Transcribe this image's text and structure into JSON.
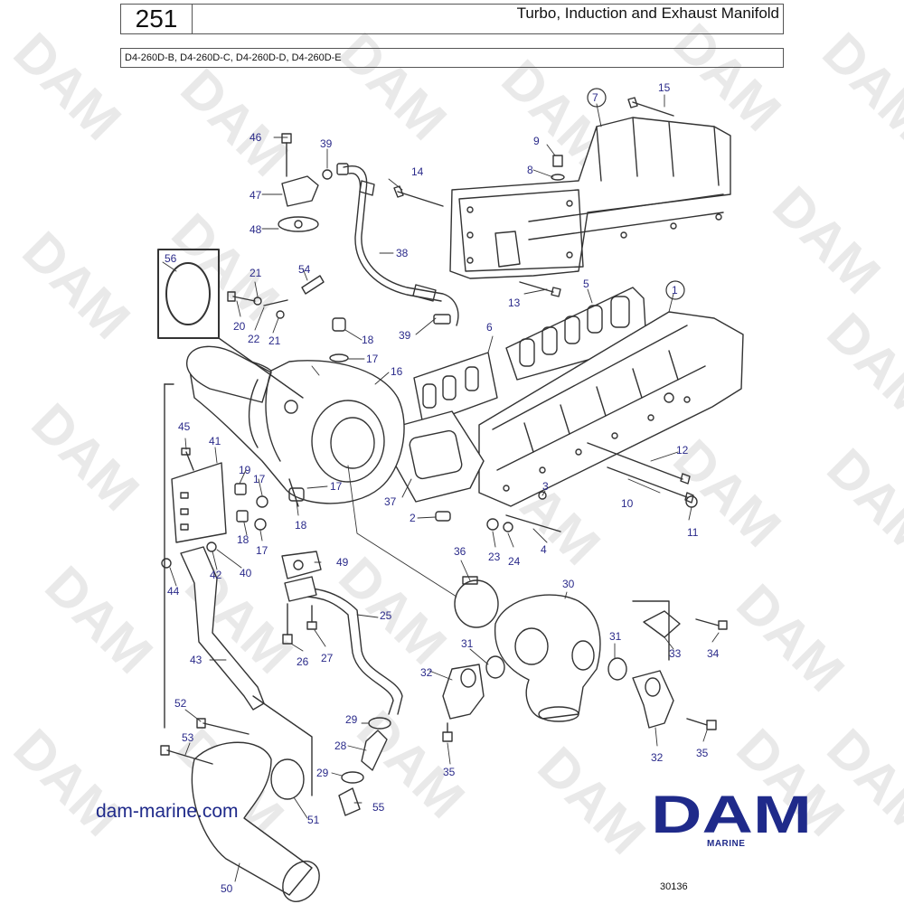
{
  "header": {
    "page_number": "251",
    "title": "Turbo, Induction and Exhaust Manifold",
    "models": "D4-260D-B, D4-260D-C, D4-260D-D, D4-260D-E"
  },
  "watermark": {
    "text": "DAM"
  },
  "footer": {
    "website": "dam-marine.com",
    "logo_text": "DAM",
    "logo_subtext": "MARINE",
    "drawing_ref": "30136"
  },
  "colors": {
    "brand_blue": "#1f2a8a",
    "label_blue": "#2a2a8a",
    "line": "#333333",
    "watermark": "#e9e9e9"
  },
  "callouts": [
    {
      "id": "c1",
      "text": "1"
    },
    {
      "id": "c2",
      "text": "2"
    },
    {
      "id": "c3",
      "text": "3"
    },
    {
      "id": "c4",
      "text": "4"
    },
    {
      "id": "c5",
      "text": "5"
    },
    {
      "id": "c6",
      "text": "6"
    },
    {
      "id": "c7",
      "text": "7"
    },
    {
      "id": "c8",
      "text": "8"
    },
    {
      "id": "c9",
      "text": "9"
    },
    {
      "id": "c10",
      "text": "10"
    },
    {
      "id": "c11",
      "text": "11"
    },
    {
      "id": "c12",
      "text": "12"
    },
    {
      "id": "c13",
      "text": "13"
    },
    {
      "id": "c14",
      "text": "14"
    },
    {
      "id": "c15",
      "text": "15"
    },
    {
      "id": "c16",
      "text": "16"
    },
    {
      "id": "c17a",
      "text": "17"
    },
    {
      "id": "c17b",
      "text": "17"
    },
    {
      "id": "c17c",
      "text": "17"
    },
    {
      "id": "c17d",
      "text": "17"
    },
    {
      "id": "c18a",
      "text": "18"
    },
    {
      "id": "c18b",
      "text": "18"
    },
    {
      "id": "c18c",
      "text": "18"
    },
    {
      "id": "c19",
      "text": "19"
    },
    {
      "id": "c20",
      "text": "20"
    },
    {
      "id": "c21a",
      "text": "21"
    },
    {
      "id": "c21b",
      "text": "21"
    },
    {
      "id": "c22",
      "text": "22"
    },
    {
      "id": "c23",
      "text": "23"
    },
    {
      "id": "c24",
      "text": "24"
    },
    {
      "id": "c25",
      "text": "25"
    },
    {
      "id": "c26",
      "text": "26"
    },
    {
      "id": "c27",
      "text": "27"
    },
    {
      "id": "c28",
      "text": "28"
    },
    {
      "id": "c29a",
      "text": "29"
    },
    {
      "id": "c29b",
      "text": "29"
    },
    {
      "id": "c30",
      "text": "30"
    },
    {
      "id": "c31a",
      "text": "31"
    },
    {
      "id": "c31b",
      "text": "31"
    },
    {
      "id": "c32a",
      "text": "32"
    },
    {
      "id": "c32b",
      "text": "32"
    },
    {
      "id": "c33",
      "text": "33"
    },
    {
      "id": "c34",
      "text": "34"
    },
    {
      "id": "c35a",
      "text": "35"
    },
    {
      "id": "c35b",
      "text": "35"
    },
    {
      "id": "c36",
      "text": "36"
    },
    {
      "id": "c37",
      "text": "37"
    },
    {
      "id": "c38",
      "text": "38"
    },
    {
      "id": "c39a",
      "text": "39"
    },
    {
      "id": "c39b",
      "text": "39"
    },
    {
      "id": "c40",
      "text": "40"
    },
    {
      "id": "c41",
      "text": "41"
    },
    {
      "id": "c42",
      "text": "42"
    },
    {
      "id": "c43",
      "text": "43"
    },
    {
      "id": "c44",
      "text": "44"
    },
    {
      "id": "c45",
      "text": "45"
    },
    {
      "id": "c46",
      "text": "46"
    },
    {
      "id": "c47",
      "text": "47"
    },
    {
      "id": "c48",
      "text": "48"
    },
    {
      "id": "c49",
      "text": "49"
    },
    {
      "id": "c50",
      "text": "50"
    },
    {
      "id": "c51",
      "text": "51"
    },
    {
      "id": "c52",
      "text": "52"
    },
    {
      "id": "c53",
      "text": "53"
    },
    {
      "id": "c54",
      "text": "54"
    },
    {
      "id": "c55",
      "text": "55"
    },
    {
      "id": "c56",
      "text": "56"
    }
  ]
}
